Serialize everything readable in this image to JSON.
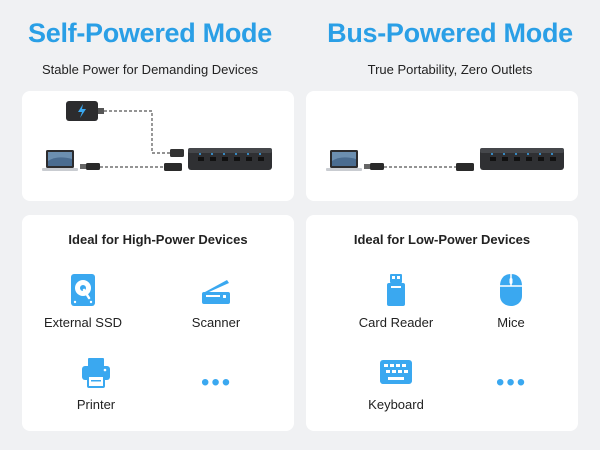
{
  "left": {
    "title": "Self-Powered Mode",
    "subtitle": "Stable Power for Demanding Devices",
    "devices_title": "Ideal for High-Power Devices",
    "devices": [
      {
        "label": "External SSD",
        "icon": "hard-drive-icon"
      },
      {
        "label": "Scanner",
        "icon": "scanner-icon"
      },
      {
        "label": "Printer",
        "icon": "printer-icon"
      }
    ],
    "more": "•••"
  },
  "right": {
    "title": "Bus-Powered Mode",
    "subtitle": "True Portability, Zero Outlets",
    "devices_title": "Ideal for Low-Power Devices",
    "devices": [
      {
        "label": "Card Reader",
        "icon": "card-reader-icon"
      },
      {
        "label": "Mice",
        "icon": "mouse-icon"
      },
      {
        "label": "Keyboard",
        "icon": "keyboard-icon"
      }
    ],
    "more": "•••"
  },
  "colors": {
    "accent": "#2a9fe6",
    "icon_blue": "#3aa8f0",
    "panel": "#ffffff",
    "background": "#f0f1f3"
  }
}
